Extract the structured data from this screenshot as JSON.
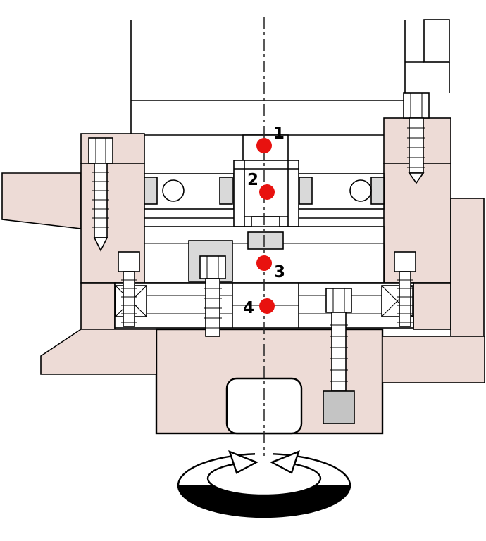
{
  "diagram": {
    "callouts": [
      {
        "label": "1"
      },
      {
        "label": "2"
      },
      {
        "label": "3"
      },
      {
        "label": "4"
      }
    ],
    "colors": {
      "housing": "#eddbd6",
      "metal_light": "#d9d9d9",
      "metal_mid": "#c4c4c4",
      "callout": "#e8120f",
      "outline": "#000000"
    },
    "icons": {
      "rotation": "rotation-direction-arrow"
    }
  }
}
